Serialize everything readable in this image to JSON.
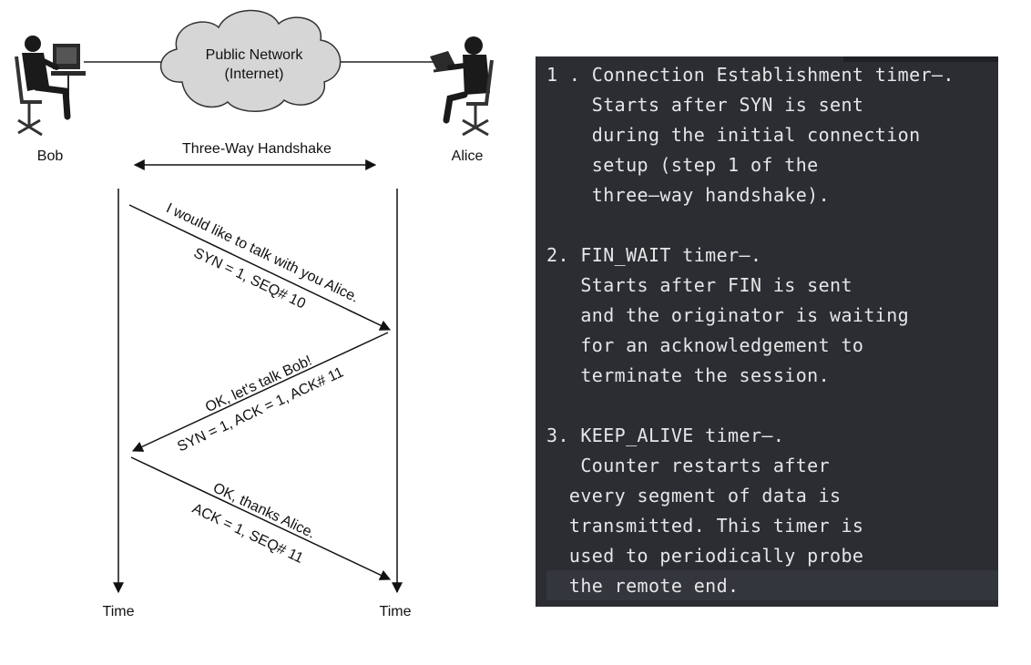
{
  "diagram": {
    "cloud_label_1": "Public Network",
    "cloud_label_2": "(Internet)",
    "left_party": "Bob",
    "right_party": "Alice",
    "handshake_label": "Three-Way Handshake",
    "time_left": "Time",
    "time_right": "Time",
    "messages": [
      {
        "line1": "I would like to talk with you Alice.",
        "line2": "SYN = 1, SEQ# 10"
      },
      {
        "line1": "OK, let's talk Bob!",
        "line2": "SYN = 1, ACK = 1, ACK# 11"
      },
      {
        "line1": "OK, thanks Alice.",
        "line2": "ACK = 1, SEQ# 11"
      }
    ]
  },
  "notes": {
    "lines": [
      "1 . Connection Establishment timer—.",
      "    Starts after SYN is sent",
      "    during the initial connection",
      "    setup (step 1 of the",
      "    three—way handshake).",
      "",
      "2. FIN_WAIT timer—.",
      "   Starts after FIN is sent",
      "   and the originator is waiting",
      "   for an acknowledgement to",
      "   terminate the session.",
      "",
      "3. KEEP_ALIVE timer—.",
      "   Counter restarts after",
      "  every segment of data is",
      "  transmitted. This timer is",
      "  used to periodically probe",
      "  the remote end."
    ]
  }
}
